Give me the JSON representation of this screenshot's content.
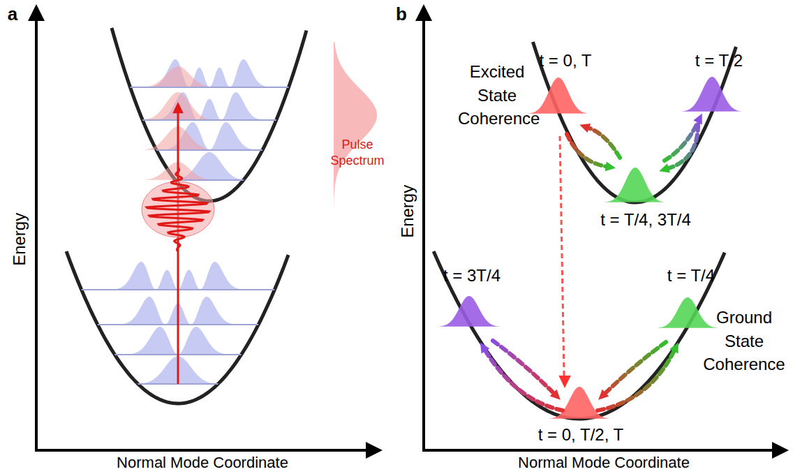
{
  "diagram": {
    "labels": [
      "a",
      "Energy",
      "Normal Mode Coordinate",
      "Pulse Spectrum",
      "b",
      "Energy",
      "Normal Mode Coordinate",
      "t = 0, T",
      "t = T/2",
      "Excited State Coherence",
      "t = T/4, 3T/4",
      "t = 3T/4",
      "t = T/4",
      "Ground State Coherence",
      "t = 0, T/2, T"
    ]
  }
}
